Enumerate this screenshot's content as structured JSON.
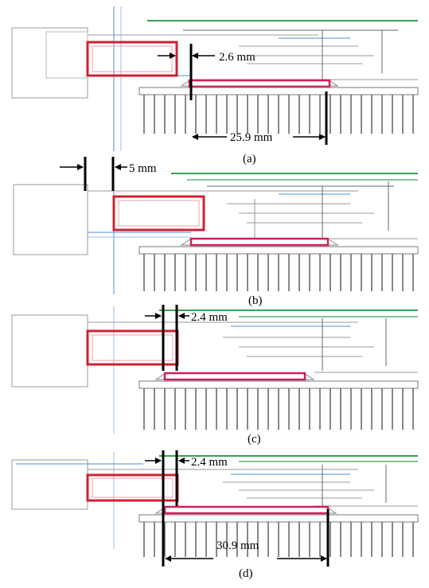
{
  "panels": [
    {
      "tag": "(a)",
      "dims": [
        {
          "label": "2.6 mm"
        },
        {
          "label": "25.9 mm"
        }
      ]
    },
    {
      "tag": "(b)",
      "dims": [
        {
          "label": "5 mm"
        }
      ]
    },
    {
      "tag": "(c)",
      "dims": [
        {
          "label": "2.4 mm"
        }
      ]
    },
    {
      "tag": "(d)",
      "dims": [
        {
          "label": "2.4 mm"
        },
        {
          "label": "30.9 mm"
        }
      ]
    }
  ],
  "colors": {
    "coil": "#cc2233",
    "plate": "#cc2255",
    "blue_line": "#4a8fd8",
    "green_line": "#3aa055",
    "gray_line": "#8a8a8a",
    "dim_line": "#000000"
  }
}
